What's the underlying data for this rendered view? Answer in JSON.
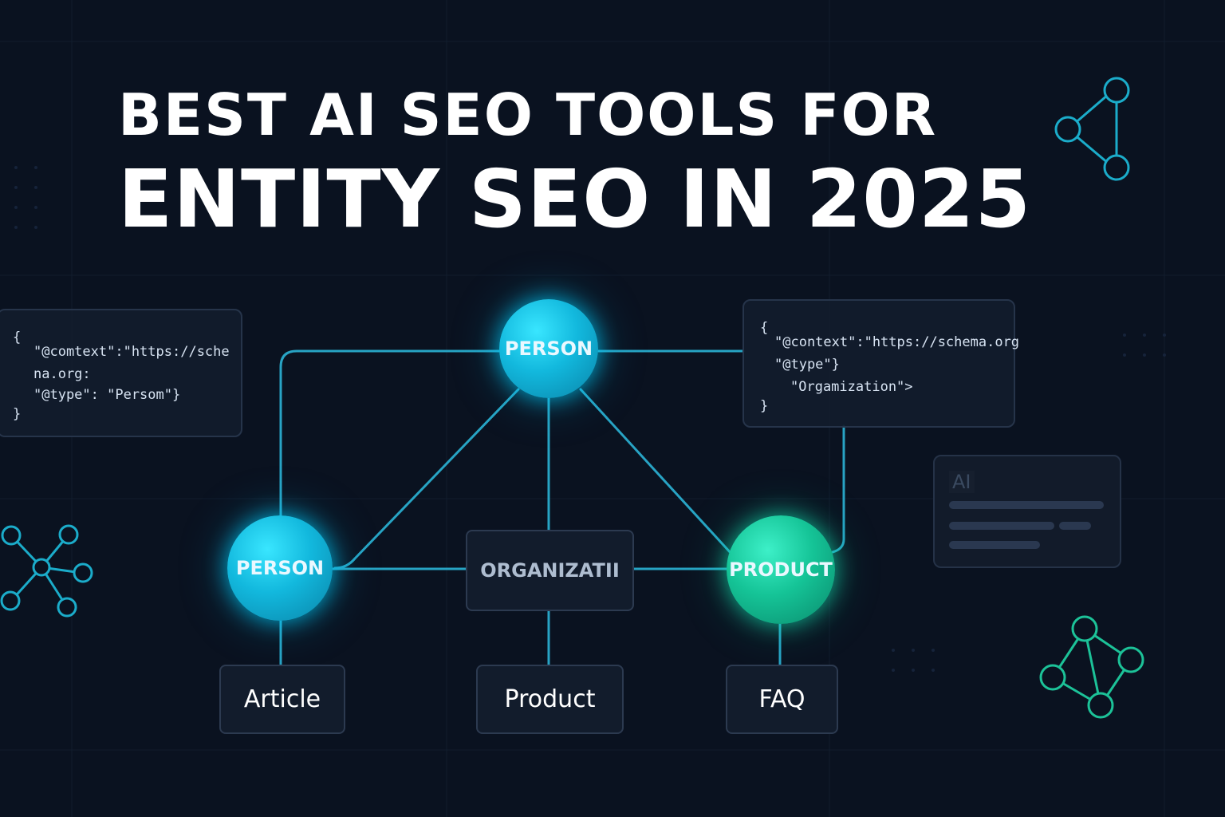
{
  "title": {
    "line1": "BEST AI SEO TOOLS FOR",
    "line2": "ENTITY SEO IN 2025"
  },
  "code_left": {
    "lines": [
      "{",
      "\"@comtext\":\"https://sche",
      "na.org:",
      "\"@type\": \"Persom\"}",
      "}"
    ]
  },
  "code_right": {
    "lines": [
      "{",
      "\"@context\":\"https://schema.org",
      "\"@type\"}",
      "\"Orgamization\">",
      "}"
    ]
  },
  "nodes": {
    "top": "PERSON",
    "left": "PERSON",
    "right": "PRODUCT",
    "center": "ORGANIZATII"
  },
  "boxes": {
    "article": "Article",
    "product": "Product",
    "faq": "FAQ"
  },
  "ai_card": {
    "label": "AI"
  },
  "colors": {
    "background": "#0a1220",
    "cyan": "#1ec8e8",
    "green": "#1fd6a6",
    "line": "#2bb4d6"
  },
  "icons": [
    "network-icon-top-right",
    "network-icon-left",
    "network-icon-bottom-right"
  ]
}
